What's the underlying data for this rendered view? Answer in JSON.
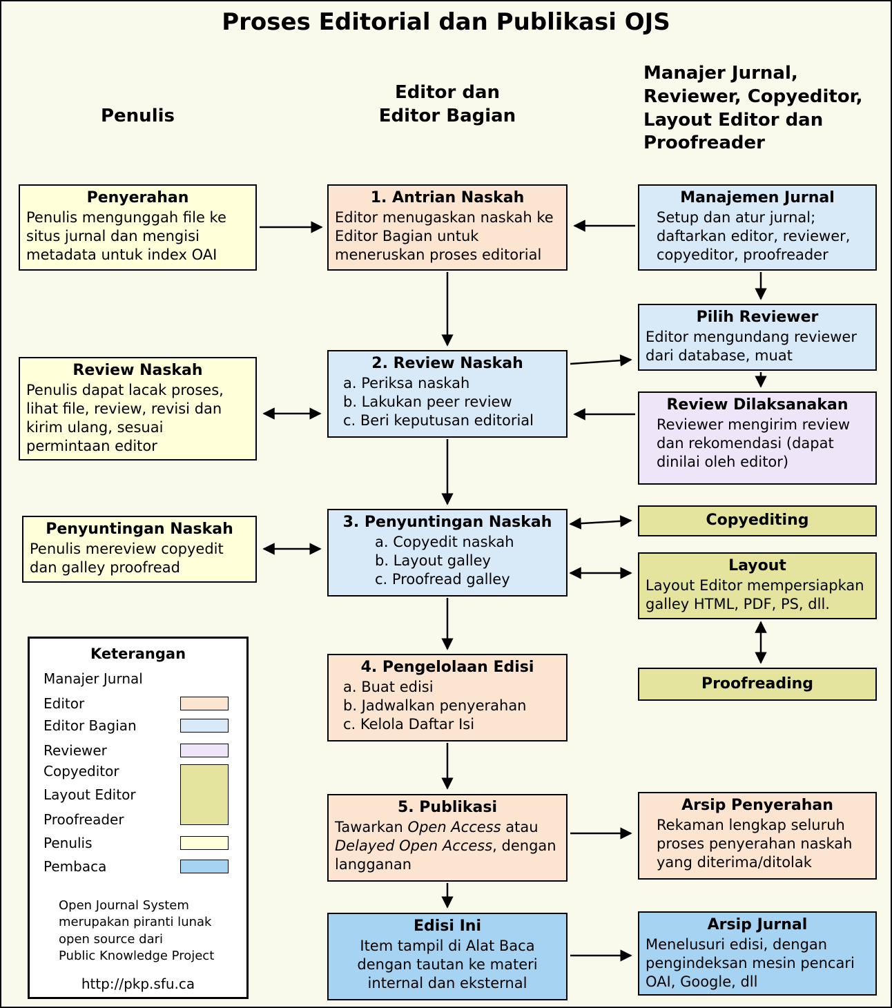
{
  "title": "Proses Editorial dan Publikasi OJS",
  "columns": {
    "penulis": "Penulis",
    "editor": "Editor dan\nEditor Bagian",
    "manajer": "Manajer Jurnal,\nReviewer, Copyeditor,\nLayout Editor dan\nProofreader"
  },
  "boxes": {
    "penyerahan": {
      "title": "Penyerahan",
      "body": "Penulis mengunggah file ke situs jurnal dan mengisi metadata untuk index OAI"
    },
    "antrian_naskah": {
      "title": "1. Antrian Naskah",
      "body": "Editor menugaskan naskah ke Editor Bagian untuk meneruskan proses editorial"
    },
    "manajemen_jurnal": {
      "title": "Manajemen Jurnal",
      "body": "Setup dan atur jurnal; daftarkan editor, reviewer, copyeditor, proofreader"
    },
    "pilih_reviewer": {
      "title": "Pilih Reviewer",
      "body": "Editor mengundang reviewer dari database, muat"
    },
    "review_naskah_penulis": {
      "title": "Review Naskah",
      "body": "Penulis dapat lacak proses, lihat file, review, revisi dan kirim ulang, sesuai permintaan editor"
    },
    "review_naskah": {
      "title": "2. Review Naskah",
      "items": [
        "a. Periksa naskah",
        "b. Lakukan peer review",
        "c. Beri keputusan editorial"
      ]
    },
    "review_dilaksanakan": {
      "title": "Review Dilaksanakan",
      "body": "Reviewer mengirim review dan rekomendasi (dapat dinilai oleh editor)"
    },
    "penyuntingan_naskah_penulis": {
      "title": "Penyuntingan Naskah",
      "body": "Penulis mereview copyedit dan galley proofread"
    },
    "penyuntingan_naskah": {
      "title": "3. Penyuntingan Naskah",
      "items": [
        "a. Copyedit naskah",
        "b. Layout galley",
        "c. Proofread galley"
      ]
    },
    "copyediting": {
      "title": "Copyediting"
    },
    "layout": {
      "title": "Layout",
      "body": "Layout Editor mempersiapkan galley HTML, PDF, PS, dll."
    },
    "proofreading": {
      "title": "Proofreading"
    },
    "pengelolaan_edisi": {
      "title": "4. Pengelolaan Edisi",
      "items": [
        "a. Buat edisi",
        "b. Jadwalkan penyerahan",
        "c. Kelola Daftar Isi"
      ]
    },
    "publikasi": {
      "title": "5. Publikasi",
      "t1": "Tawarkan ",
      "i1": "Open Access",
      "t2": " atau ",
      "i2": "Delayed Open Access",
      "t3": ", dengan langganan"
    },
    "arsip_penyerahan": {
      "title": "Arsip Penyerahan",
      "body": "Rekaman lengkap seluruh proses penyerahan naskah yang diterima/ditolak"
    },
    "edisi_ini": {
      "title": "Edisi Ini",
      "body": "Item tampil di Alat Baca dengan tautan ke materi internal dan eksternal"
    },
    "arsip_jurnal": {
      "title": "Arsip Jurnal",
      "body": "Menelusuri edisi, dengan pengindeksan mesin pencari OAI, Google, dll"
    }
  },
  "legend": {
    "title": "Keterangan",
    "items": [
      {
        "label": "Manajer Jurnal"
      },
      {
        "label": "Editor"
      },
      {
        "label": "Editor Bagian"
      },
      {
        "label": "Reviewer"
      },
      {
        "label": "Copyeditor"
      },
      {
        "label": "Layout Editor"
      },
      {
        "label": "Proofreader"
      },
      {
        "label": "Penulis"
      },
      {
        "label": "Pembaca"
      }
    ],
    "footer": "Open Journal System\nmerupakan piranti lunak\nopen source dari\nPublic Knowledge Project",
    "url": "http://pkp.sfu.ca"
  },
  "colors": {
    "page_bg": "#FAFAEC",
    "penulis": "#FFFFD9",
    "editor": "#FBE5D0",
    "editor_bagian": "#D8E9F8",
    "reviewer": "#EEE6F8",
    "copyeditor_group": "#E4E49E",
    "pembaca": "#A6D3F2"
  }
}
